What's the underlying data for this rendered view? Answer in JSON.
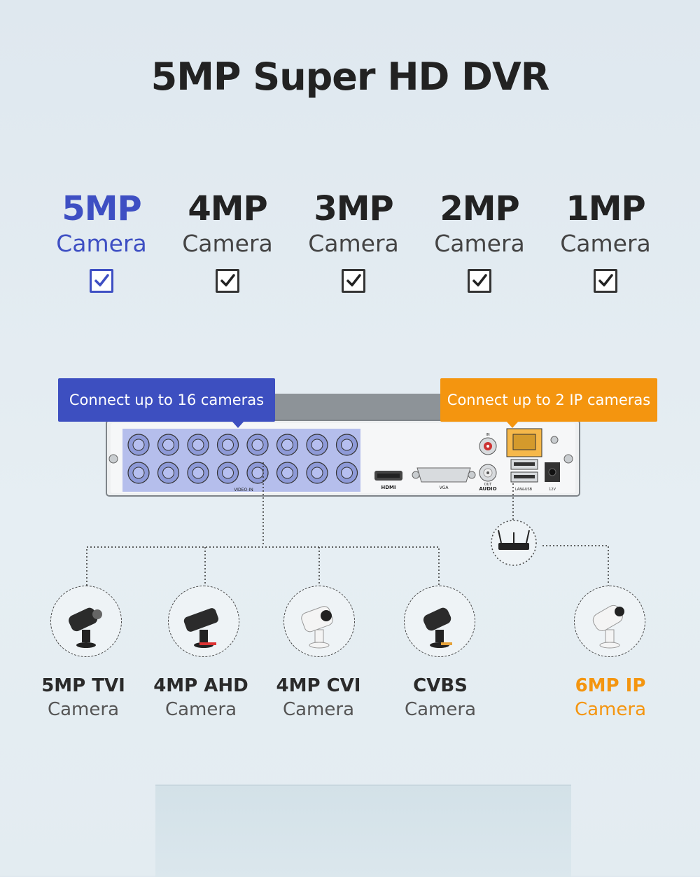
{
  "title": "5MP Super HD DVR",
  "resolutions": [
    {
      "mp": "5MP",
      "label": "Camera",
      "checked": true,
      "highlight": true
    },
    {
      "mp": "4MP",
      "label": "Camera",
      "checked": true,
      "highlight": false
    },
    {
      "mp": "3MP",
      "label": "Camera",
      "checked": true,
      "highlight": false
    },
    {
      "mp": "2MP",
      "label": "Camera",
      "checked": true,
      "highlight": false
    },
    {
      "mp": "1MP",
      "label": "Camera",
      "checked": true,
      "highlight": false
    }
  ],
  "callouts": {
    "analog": "Connect up to 16 cameras",
    "ip": "Connect up to 2 IP cameras"
  },
  "dvr_ports": {
    "video_in": "VIDEO-IN",
    "hdmi": "HDMI",
    "vga": "VGA",
    "audio": "AUDIO",
    "audio_out": "OUT",
    "audio_in": "IN",
    "lan_usb": "LAN&USB",
    "power": "12V"
  },
  "cameras": [
    {
      "name": "5MP TVI",
      "type": "Camera",
      "icon": "bullet-camera-icon"
    },
    {
      "name": "4MP AHD",
      "type": "Camera",
      "icon": "bullet-camera-icon"
    },
    {
      "name": "4MP CVI",
      "type": "Camera",
      "icon": "bullet-camera-icon"
    },
    {
      "name": "CVBS",
      "type": "Camera",
      "icon": "bullet-camera-icon"
    },
    {
      "name": "6MP IP",
      "type": "Camera",
      "icon": "ip-camera-icon"
    }
  ],
  "router_icon": "router-icon",
  "colors": {
    "accent_blue": "#3d4fc0",
    "accent_orange": "#f4950f"
  }
}
